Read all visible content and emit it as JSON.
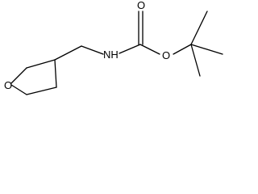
{
  "molecule": {
    "atoms": {
      "ring_oxygen": "O",
      "nh": "NH",
      "carbonyl_oxygen": "O",
      "ester_oxygen": "O"
    }
  },
  "colors": {
    "line": "#000000",
    "background": "#ffffff"
  }
}
